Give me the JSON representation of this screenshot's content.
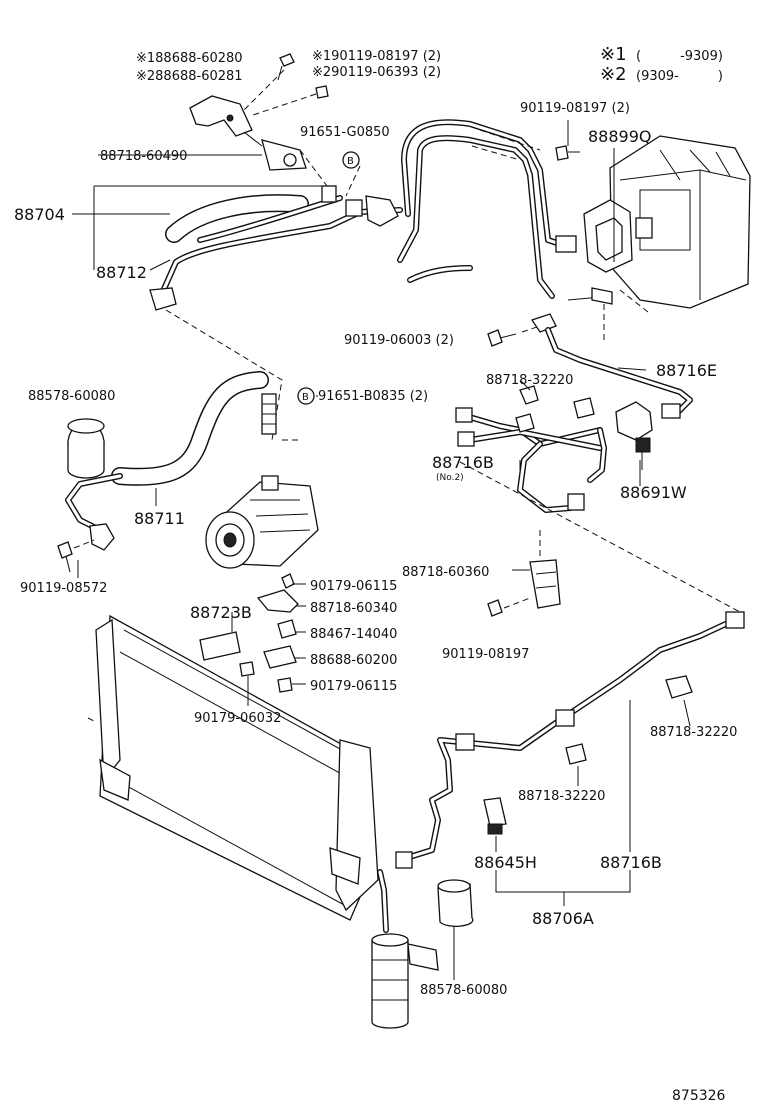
{
  "legend": {
    "line1_mark": "※1",
    "line1_range": "(　　　-9309)",
    "line2_mark": "※2",
    "line2_range": "(9309-　　　)"
  },
  "labels": {
    "bolt_1_88688": "※188688-60280",
    "bolt_2_88688": "※288688-60281",
    "bolt_1_90119": "※190119-08197 (2)",
    "bolt_2_90119": "※290119-06393 (2)",
    "bolt_90119_08197_top": "90119-08197 (2)",
    "unit_88899Q": "88899Q",
    "ring_91651_G0850": "91651-G0850",
    "clamp_88718_60490": "88718-60490",
    "hose_88704": "88704",
    "pipe_88712": "88712",
    "bolt_90119_06003": "90119-06003 (2)",
    "pipe_88716E": "88716E",
    "clip_88718_32220_a": "88718-32220",
    "cushion_88578_60080_a": "88578-60080",
    "ring_91651_B0835": "91651-B0835 (2)",
    "pipe_88716B_no2": "88716B",
    "pipe_88716B_no2_sub": "(No.2)",
    "switch_88691W": "88691W",
    "hose_88711": "88711",
    "bolt_90119_08572": "90119-08572",
    "nut_90179_06115_a": "90179-06115",
    "bracket_88718_60340": "88718-60340",
    "label_88723B": "88723B",
    "cushion_88467_14040": "88467-14040",
    "bracket_88688_60200": "88688-60200",
    "nut_90179_06115_b": "90179-06115",
    "nut_90179_06032": "90179-06032",
    "clamp_88718_60360": "88718-60360",
    "bolt_90119_08197_mid": "90119-08197",
    "clip_88718_32220_b": "88718-32220",
    "clip_88718_32220_c": "88718-32220",
    "switch_88645H": "88645H",
    "pipe_88716B": "88716B",
    "assy_88706A": "88706A",
    "cushion_88578_60080_b": "88578-60080",
    "ring_B_symbol": "B",
    "diagram_number": "875326"
  }
}
